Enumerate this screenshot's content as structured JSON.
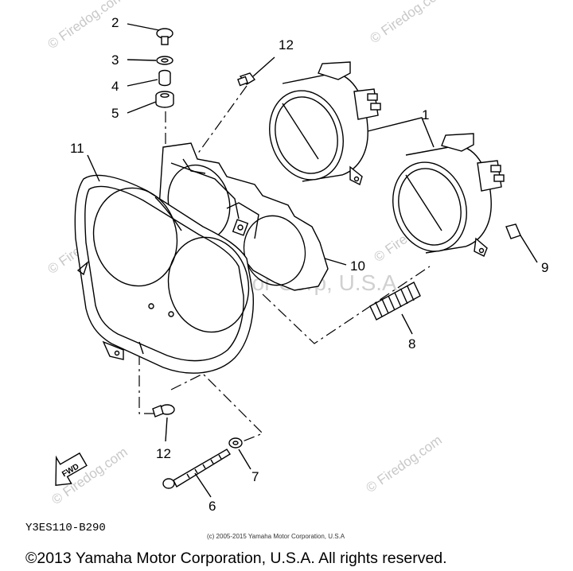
{
  "watermarks": {
    "site": "© Firedog.com",
    "center": "Yamaha Motor Corp, U.S.A."
  },
  "callouts": [
    "1",
    "2",
    "3",
    "4",
    "5",
    "6",
    "7",
    "8",
    "9",
    "10",
    "11",
    "12",
    "12"
  ],
  "fwd_label": "FWD",
  "diagram_code": "Y3ES110-B290",
  "small_copyright": "(c) 2005-2015 Yamaha Motor Corporation, U.S.A",
  "footer_copyright": "©2013 Yamaha Motor Corporation, U.S.A. All rights reserved."
}
